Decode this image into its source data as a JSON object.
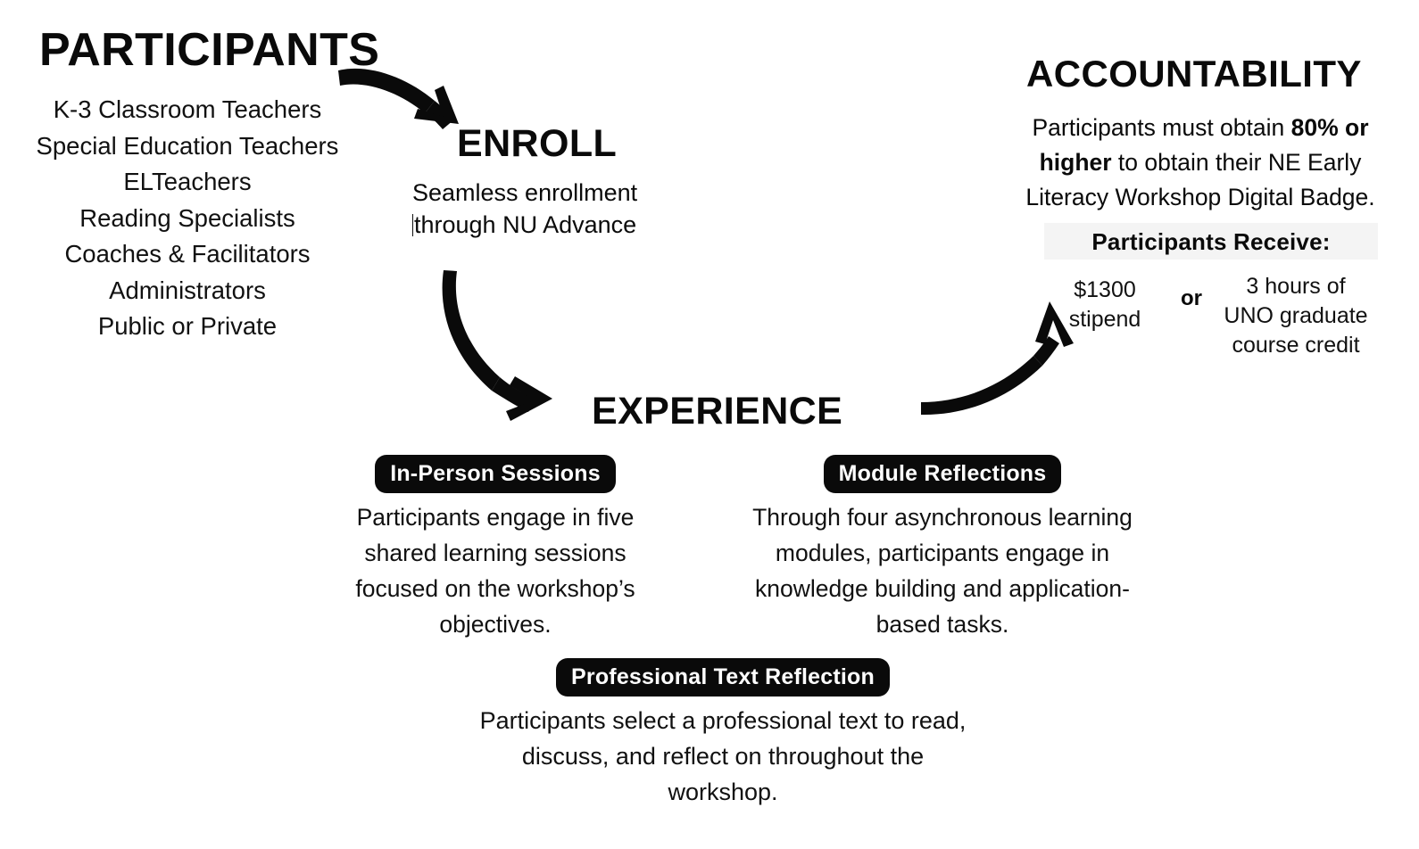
{
  "diagram": {
    "title_participants": "PARTICIPANTS",
    "title_enroll": "ENROLL",
    "title_experience": "EXPERIENCE",
    "title_accountability": "ACCOUNTABILITY"
  },
  "participants": {
    "heading": "PARTICIPANTS",
    "items": [
      "K-3 Classroom Teachers",
      "Special Education Teachers",
      "ELTeachers",
      "Reading Specialists",
      "Coaches & Facilitators",
      "Administrators",
      "Public or Private"
    ]
  },
  "enroll": {
    "heading": "ENROLL",
    "line1": "Seamless enrollment",
    "line2": "through NU Advance"
  },
  "accountability": {
    "heading": "ACCOUNTABILITY",
    "body_part1": "Participants must obtain ",
    "body_bold": "80% or higher",
    "body_part2": " to obtain their NE Early Literacy Workshop Digital Badge.",
    "receive_label": "Participants Receive:",
    "option_left_line1": "$1300",
    "option_left_line2": "stipend",
    "option_separator": "or",
    "option_right_line1": "3 hours of",
    "option_right_line2": "UNO graduate",
    "option_right_line3": "course credit"
  },
  "experience": {
    "heading": "EXPERIENCE",
    "cards": [
      {
        "pill": "In-Person Sessions",
        "copy": "Participants engage in five shared learning sessions focused on the workshop’s objectives."
      },
      {
        "pill": "Module Reflections",
        "copy": "Through four asynchronous learning modules, participants engage in knowledge building and application-based tasks."
      },
      {
        "pill": "Professional Text Reflection",
        "copy": "Participants select a professional text to read, discuss, and reflect on throughout the workshop."
      }
    ]
  },
  "colors": {
    "ink": "#0a0a0a",
    "body": "#111111",
    "pill_background": "#0a0a0a",
    "pill_text": "#ffffff",
    "band_background": "#f4f4f4",
    "page_background": "#ffffff"
  },
  "arrows": [
    {
      "name": "participants-to-enroll",
      "direction": "down-right"
    },
    {
      "name": "enroll-to-experience",
      "direction": "down-right"
    },
    {
      "name": "experience-to-accountability",
      "direction": "up-right"
    }
  ]
}
